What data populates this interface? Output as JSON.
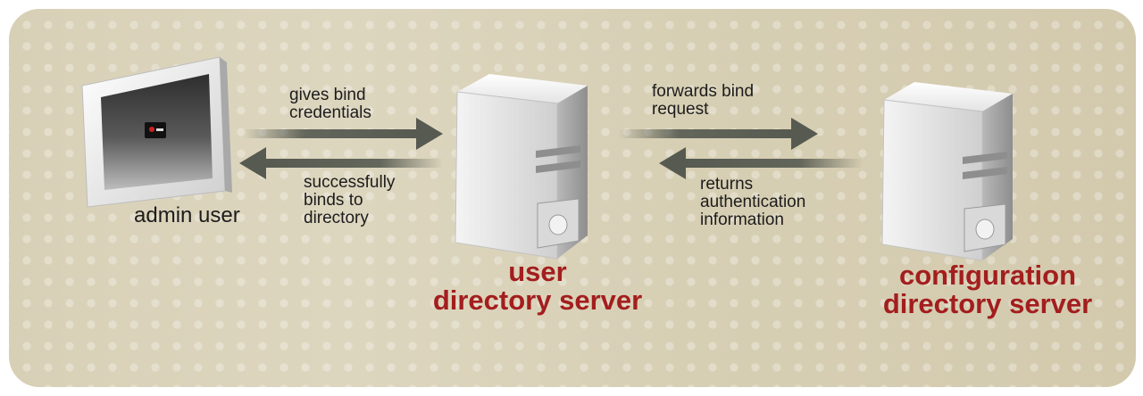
{
  "nodes": {
    "admin": {
      "label": "admin user"
    },
    "user_server": {
      "label_line1": "user",
      "label_line2": "directory server"
    },
    "config_server": {
      "label_line1": "configuration",
      "label_line2": "directory server"
    }
  },
  "arrows": {
    "gives_bind": {
      "line1": "gives bind",
      "line2": "credentials"
    },
    "binds": {
      "line1": "successfully",
      "line2": "binds to",
      "line3": "directory"
    },
    "forwards": {
      "line1": "forwards bind",
      "line2": "request"
    },
    "returns": {
      "line1": "returns",
      "line2": "authentication",
      "line3": "information"
    }
  },
  "colors": {
    "background": "#d8d0b6",
    "server_label": "#a31e1e",
    "arrow": "#565a50"
  }
}
